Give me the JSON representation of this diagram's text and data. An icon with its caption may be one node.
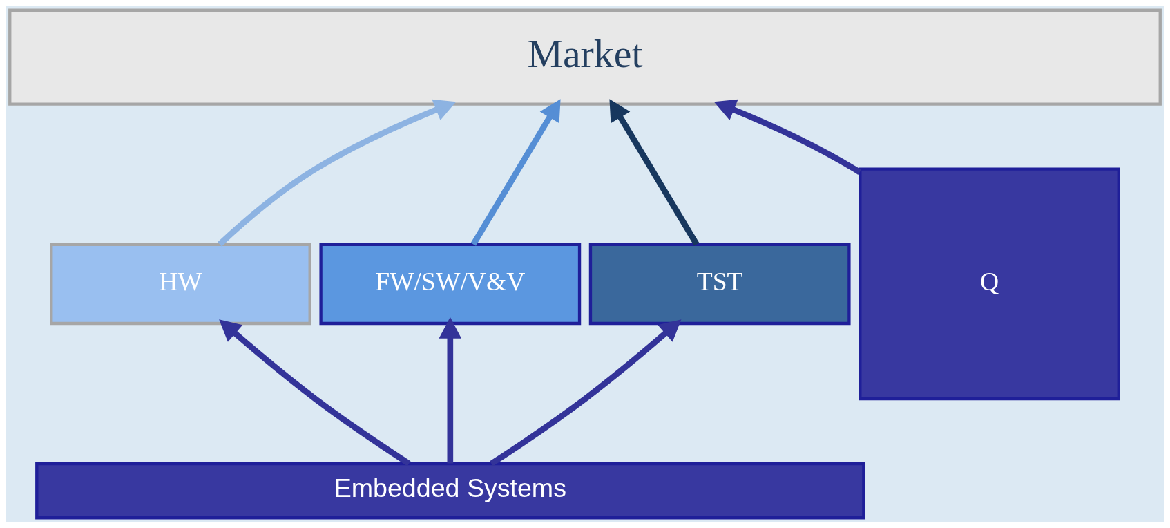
{
  "diagram": {
    "nodes": [
      {
        "text": [
          "Market"
        ]
      },
      {
        "text": [
          "HW"
        ]
      },
      {
        "text": [
          "FW/SW/V&V"
        ]
      },
      {
        "text": [
          "TST"
        ]
      },
      {
        "text": [
          "Q"
        ]
      },
      {
        "text": [
          "Embedded Systems"
        ]
      }
    ],
    "edges": [
      {
        "from": 1,
        "to": 0,
        "arrow": "to",
        "color": "#8db3e2"
      },
      {
        "from": 2,
        "to": 0,
        "arrow": "to",
        "color": "#558ed5"
      },
      {
        "from": 3,
        "to": 0,
        "arrow": "to",
        "color": "#17375e"
      },
      {
        "from": 4,
        "to": 0,
        "arrow": "to",
        "color": "#333399"
      },
      {
        "from": 5,
        "to": 1,
        "arrow": "to",
        "color": "#333399"
      },
      {
        "from": 5,
        "to": 2,
        "arrow": "to",
        "color": "#333399"
      },
      {
        "from": 5,
        "to": 3,
        "arrow": "to",
        "color": "#333399"
      }
    ]
  }
}
